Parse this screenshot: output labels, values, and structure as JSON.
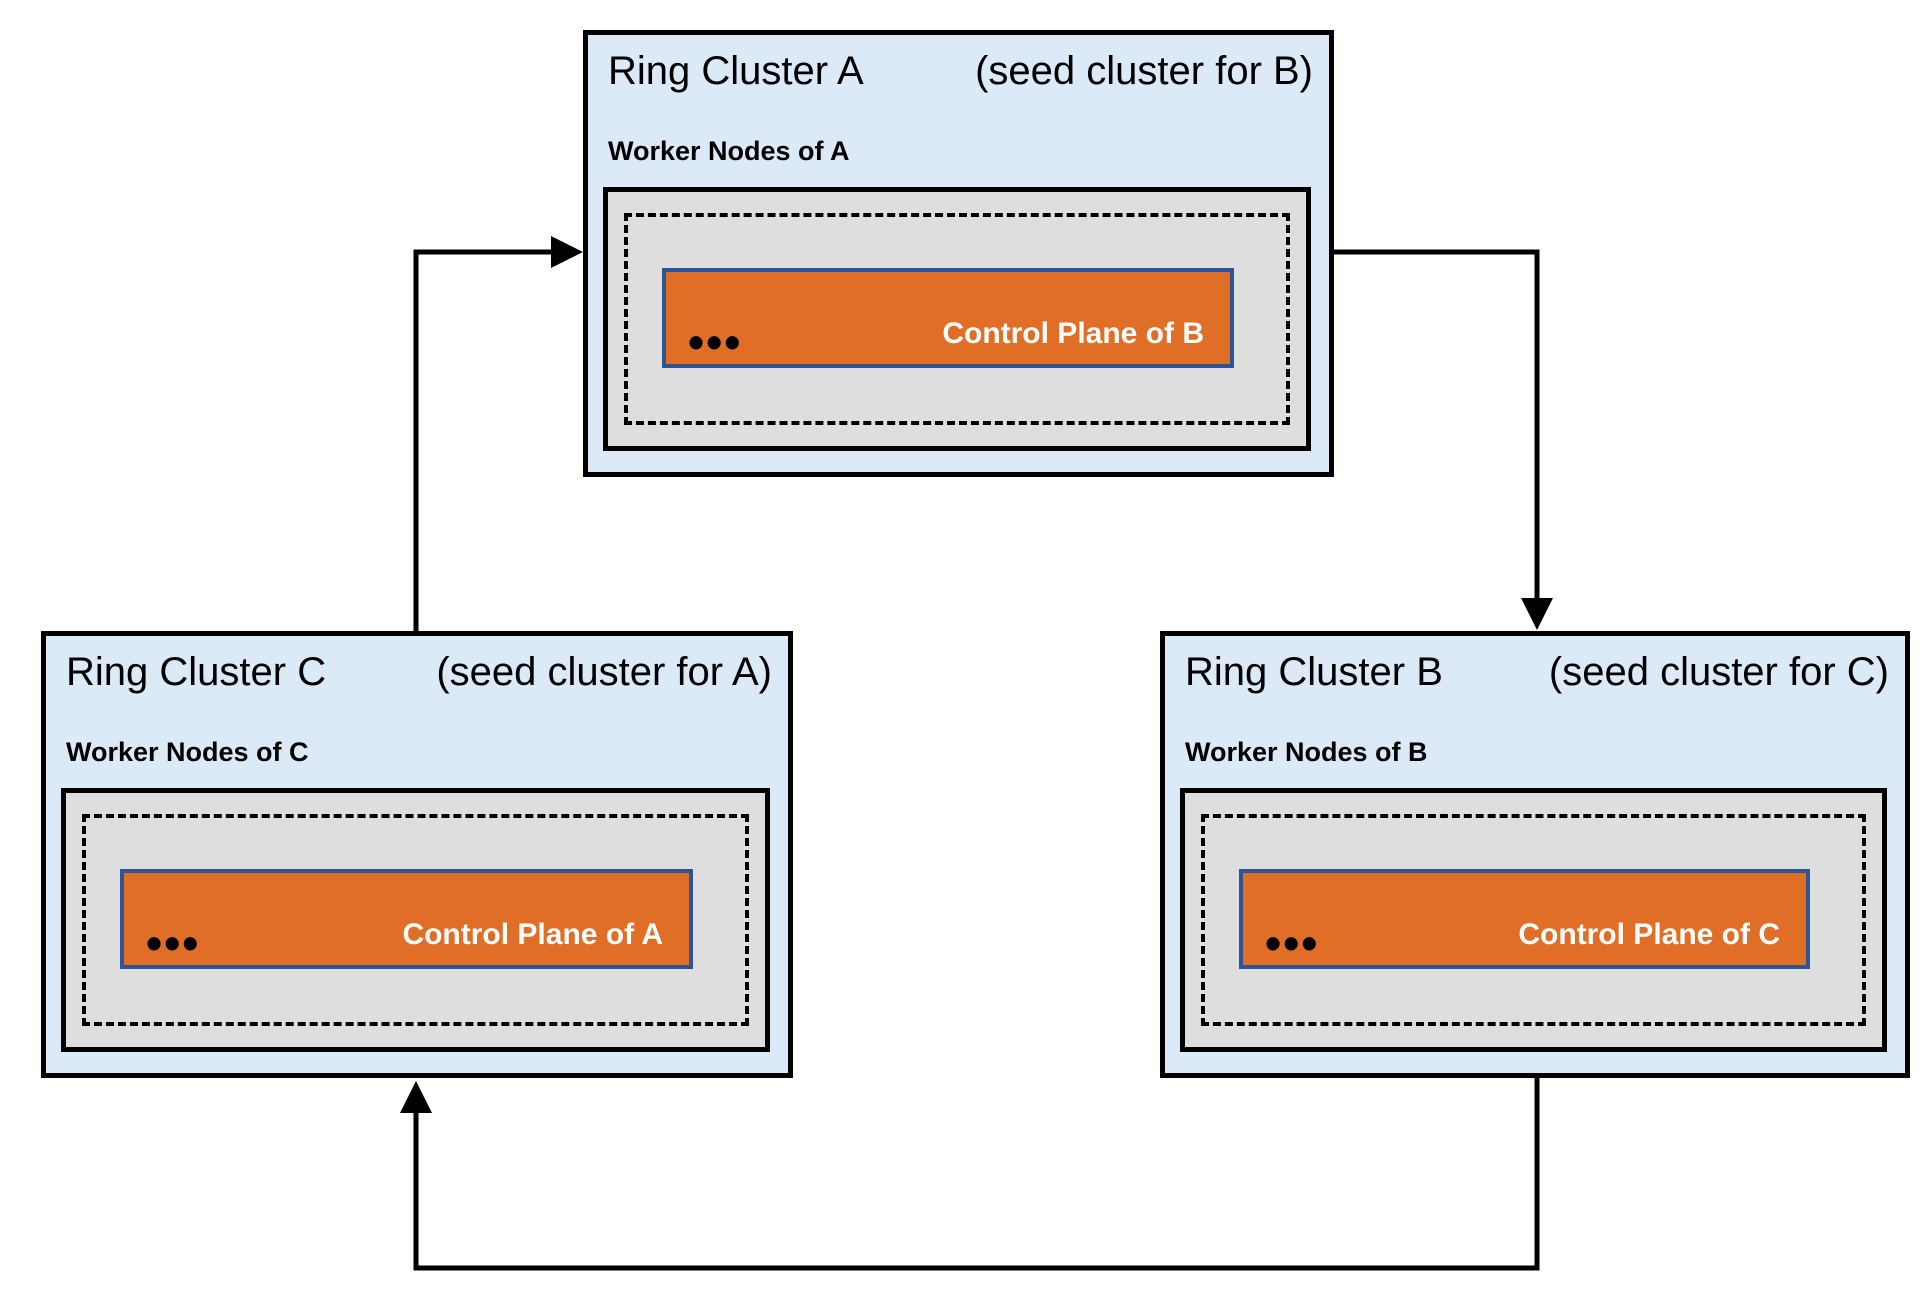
{
  "diagram": {
    "clusters": [
      {
        "id": "A",
        "title": "Ring Cluster A",
        "seed_note": "(seed cluster for B)",
        "worker_label": "Worker Nodes of A",
        "dots": "•••",
        "control_plane_label": "Control Plane of B"
      },
      {
        "id": "B",
        "title": "Ring Cluster B",
        "seed_note": "(seed cluster for C)",
        "worker_label": "Worker Nodes of B",
        "dots": "•••",
        "control_plane_label": "Control Plane of C"
      },
      {
        "id": "C",
        "title": "Ring Cluster C",
        "seed_note": "(seed cluster for A)",
        "worker_label": "Worker Nodes of C",
        "dots": "•••",
        "control_plane_label": "Control Plane of A"
      }
    ],
    "edges": [
      {
        "from": "C",
        "to": "A"
      },
      {
        "from": "A",
        "to": "B"
      },
      {
        "from": "B",
        "to": "C"
      }
    ],
    "colors": {
      "cluster_fill": "#dce9f6",
      "worker_fill": "#dedede",
      "control_fill": "#e06e27",
      "control_border": "#2e5593",
      "line": "#000000"
    }
  }
}
